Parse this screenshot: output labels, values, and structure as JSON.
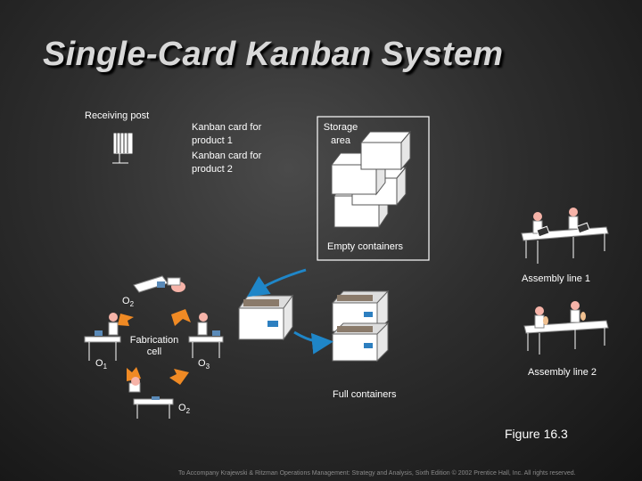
{
  "title": "Single-Card Kanban System",
  "labels": {
    "receiving_post": "Receiving post",
    "kanban_card_1": "Kanban card for\nproduct 1",
    "kanban_card_2": "Kanban card for\nproduct 2",
    "storage_area": "Storage\narea",
    "empty_containers": "Empty containers",
    "assembly_line_1": "Assembly line 1",
    "assembly_line_2": "Assembly line 2",
    "full_containers": "Full containers",
    "fabrication_cell": "Fabrication\ncell",
    "figure": "Figure 16.3"
  },
  "operations": {
    "o2_top": {
      "letter": "O",
      "sub": "2"
    },
    "o1": {
      "letter": "O",
      "sub": "1"
    },
    "o3": {
      "letter": "O",
      "sub": "3"
    },
    "o2_bottom": {
      "letter": "O",
      "sub": "2"
    }
  },
  "footer": "To Accompany Krajewski & Ritzman Operations Management: Strategy and Analysis, Sixth Edition © 2002 Prentice Hall, Inc. All rights reserved.",
  "colors": {
    "arrow_blue": "#1f86c8",
    "arrow_orange": "#f08a24",
    "container_blue": "#2d7fc0"
  }
}
